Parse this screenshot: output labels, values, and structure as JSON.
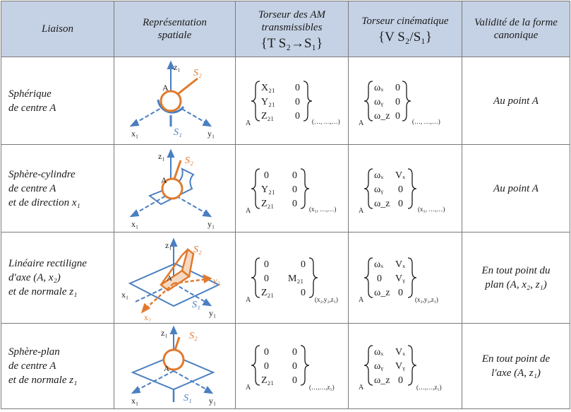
{
  "headers": {
    "liaison": "Liaison",
    "representation": [
      "Représentation",
      "spatiale"
    ],
    "torseur_am": [
      "Torseur des AM",
      "transmissibles",
      "{T S₂→S₁}"
    ],
    "torseur_cin": [
      "Torseur cinématique",
      "{V S₂/S₁}"
    ],
    "validite": [
      "Validité de la forme",
      "canonique"
    ]
  },
  "colors": {
    "header_bg": "#c5d2e5",
    "frame_blue": "#4a7fc1",
    "solid_orange": "#e07a2e",
    "grid": "#7a7a7a"
  },
  "figure_labels": {
    "z1": "z₁",
    "x1": "x₁",
    "y1": "y₁",
    "x2": "x₂",
    "y2": "y₂",
    "A": "A",
    "S1": "S₁",
    "S2": "S₂"
  },
  "rows": [
    {
      "name": [
        "Sphérique",
        "de centre A"
      ],
      "am": {
        "rows": [
          [
            "X₂₁",
            "0"
          ],
          [
            "Y₂₁",
            "0"
          ],
          [
            "Z₂₁",
            "0"
          ]
        ],
        "point": "A",
        "basis": "(…, …,…)"
      },
      "cin": {
        "rows": [
          [
            "ωₓ",
            "0"
          ],
          [
            "ωᵧ",
            "0"
          ],
          [
            "ω_z",
            "0"
          ]
        ],
        "point": "A",
        "basis": "(…, …,…)"
      },
      "validity": [
        "Au point A"
      ]
    },
    {
      "name": [
        "Sphère-cylindre",
        "de centre A",
        "et de direction x₁"
      ],
      "am": {
        "rows": [
          [
            "0",
            "0"
          ],
          [
            "Y₂₁",
            "0"
          ],
          [
            "Z₂₁",
            "0"
          ]
        ],
        "point": "A",
        "basis": "(x₁, …,…)"
      },
      "cin": {
        "rows": [
          [
            "ωₓ",
            "Vₓ"
          ],
          [
            "ωᵧ",
            "0"
          ],
          [
            "ω_z",
            "0"
          ]
        ],
        "point": "A",
        "basis": "(x₁, …,…)"
      },
      "validity": [
        "Au point A"
      ]
    },
    {
      "name": [
        "Linéaire rectiligne",
        "d'axe (A, x₂)",
        "et de normale z₁"
      ],
      "am": {
        "rows": [
          [
            "0",
            "0"
          ],
          [
            "0",
            "M₂₁"
          ],
          [
            "Z₂₁",
            "0"
          ]
        ],
        "point": "A",
        "basis": "(x₂,y₂,z₁)"
      },
      "cin": {
        "rows": [
          [
            "ωₓ",
            "Vₓ"
          ],
          [
            "0",
            "Vᵧ"
          ],
          [
            "ω_z",
            "0"
          ]
        ],
        "point": "A",
        "basis": "(x₂,y₂,z₁)"
      },
      "validity": [
        "En tout point du",
        "plan (A, x₂, z₁)"
      ]
    },
    {
      "name": [
        "Sphère-plan",
        "de centre A",
        "et de normale  z₁"
      ],
      "am": {
        "rows": [
          [
            "0",
            "0"
          ],
          [
            "0",
            "0"
          ],
          [
            "Z₂₁",
            "0"
          ]
        ],
        "point": "A",
        "basis": "(…,…,z₁)"
      },
      "cin": {
        "rows": [
          [
            "ωₓ",
            "Vₓ"
          ],
          [
            "ωᵧ",
            "Vᵧ"
          ],
          [
            "ω_z",
            "0"
          ]
        ],
        "point": "A",
        "basis": "(…,…,z₁)"
      },
      "validity": [
        "En tout point de",
        "l'axe (A, z₁)"
      ]
    }
  ]
}
